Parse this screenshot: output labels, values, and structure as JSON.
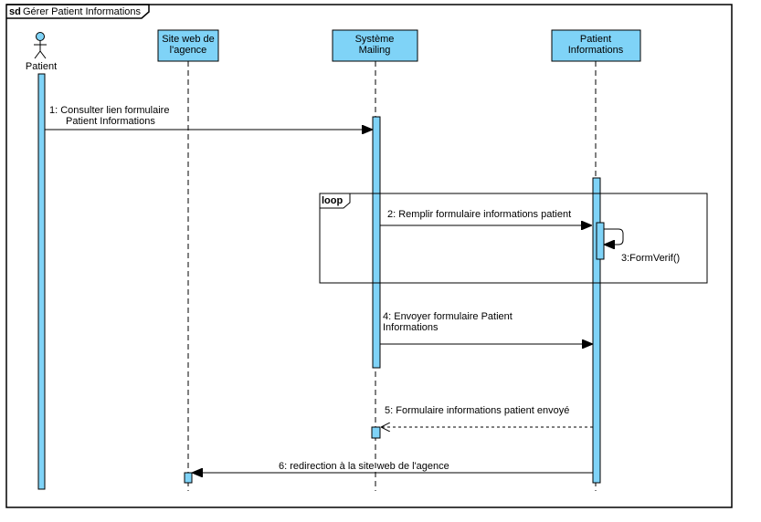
{
  "diagram": {
    "kind_label": "sd",
    "title": "Gérer Patient Informations"
  },
  "participants": {
    "patient": {
      "label": "Patient"
    },
    "site_web": {
      "line1": "Site web de",
      "line2": "l'agence"
    },
    "systeme_mailing": {
      "line1": "Système",
      "line2": "Mailing"
    },
    "patient_informations": {
      "line1": "Patient",
      "line2": "Informations"
    }
  },
  "fragment": {
    "operator": "loop"
  },
  "messages": {
    "m1": {
      "line1": "1: Consulter lien formulaire",
      "line2": "Patient Informations"
    },
    "m2": {
      "text": "2: Remplir formulaire informations  patient"
    },
    "m3": {
      "text": "3:FormVerif()"
    },
    "m4": {
      "line1": "4: Envoyer formulaire Patient",
      "line2": "Informations"
    },
    "m5": {
      "text": "5: Formulaire informations patient envoyé"
    },
    "m6": {
      "text": "6: redirection à la site web de l'agence"
    }
  },
  "colors": {
    "lifeline_fill": "#7fd3f7",
    "stroke": "#000000"
  }
}
